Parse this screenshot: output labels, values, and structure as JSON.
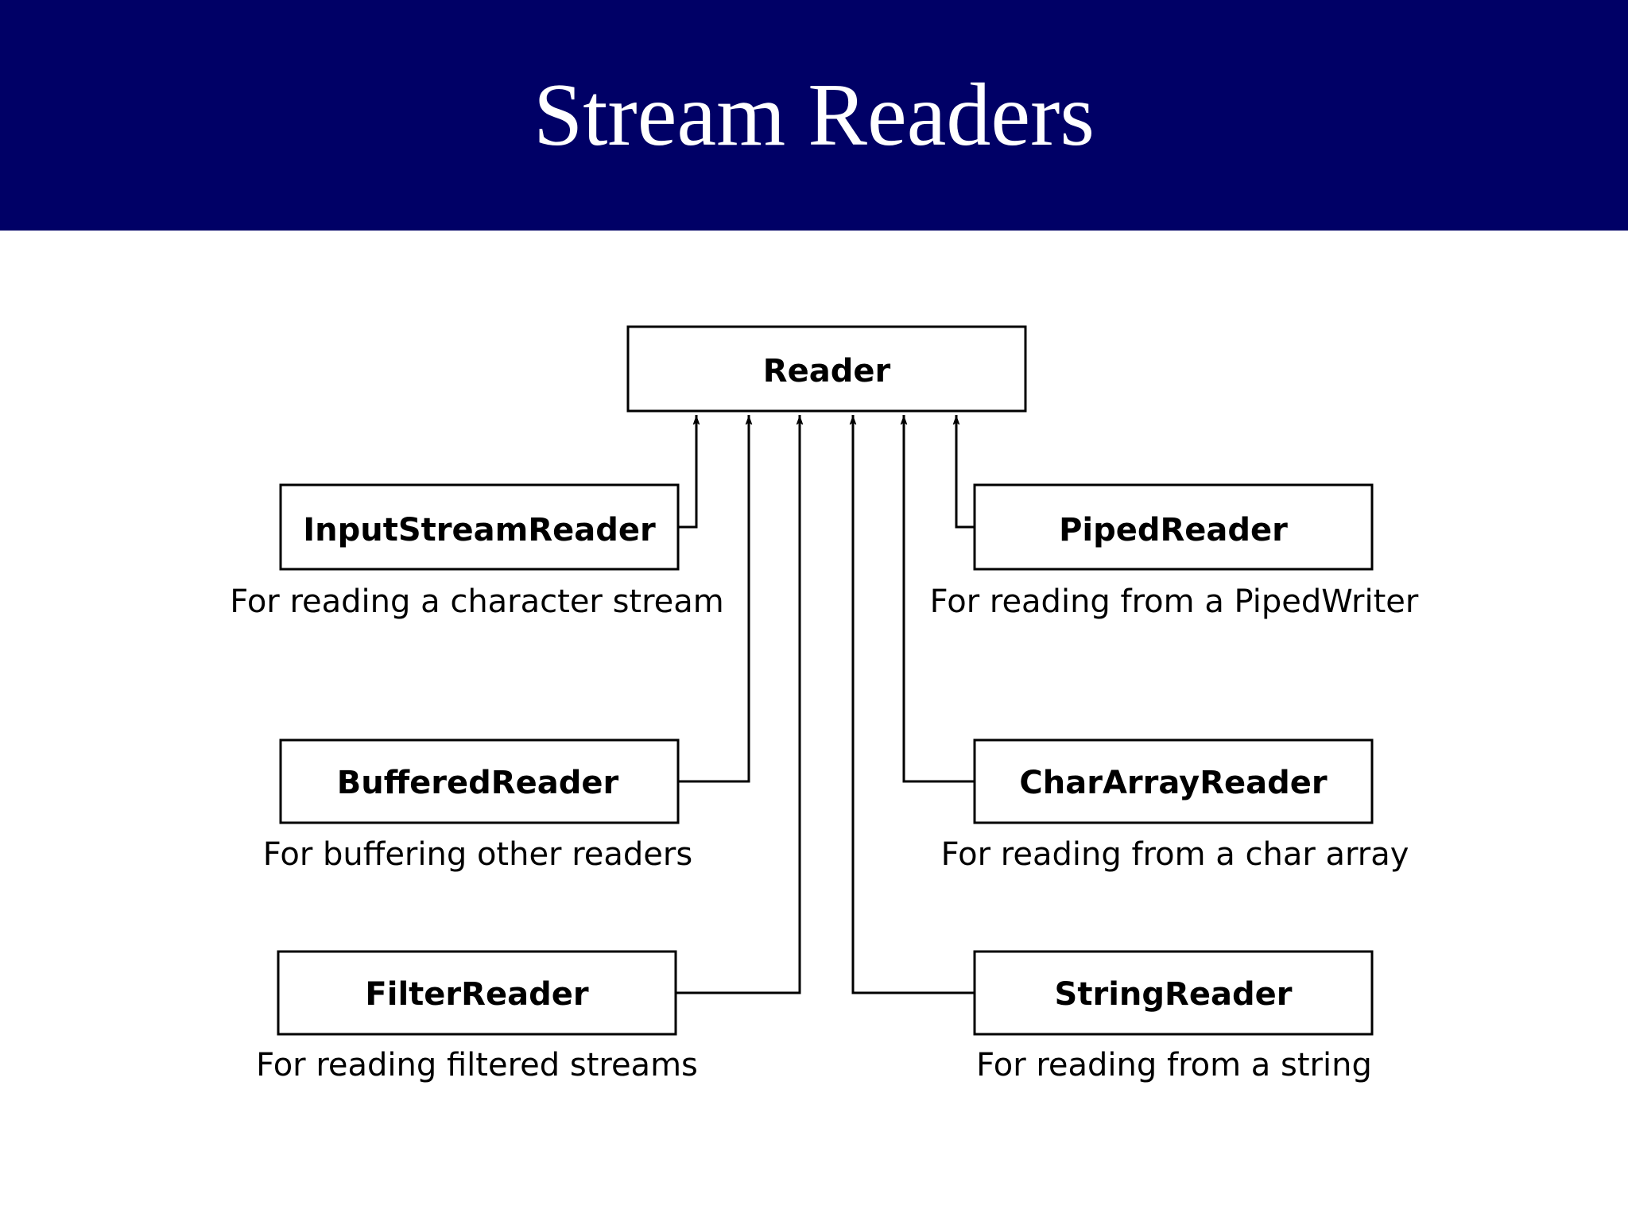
{
  "slide": {
    "title": "Stream Readers"
  },
  "colors": {
    "header_bg": "#000066",
    "title_text": "#ffffff",
    "line": "#000000"
  },
  "root": {
    "name": "Reader"
  },
  "subclasses": [
    {
      "name": "InputStreamReader",
      "description": "For reading a character stream"
    },
    {
      "name": "BufferedReader",
      "description": "For buffering other readers"
    },
    {
      "name": "FilterReader",
      "description": "For reading filtered streams"
    },
    {
      "name": "PipedReader",
      "description": "For reading from a PipedWriter"
    },
    {
      "name": "CharArrayReader",
      "description": "For reading from a char array"
    },
    {
      "name": "StringReader",
      "description": "For reading from a string"
    }
  ]
}
